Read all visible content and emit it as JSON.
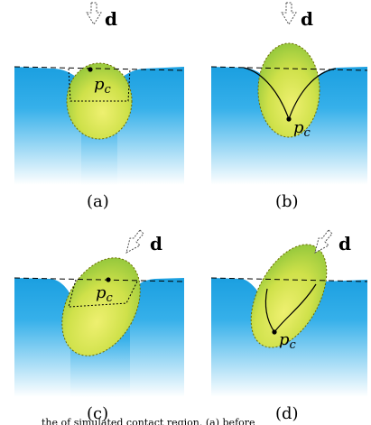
{
  "direction_label": "d",
  "contact_point_label": {
    "main": "p",
    "subscript": "c"
  },
  "panels": [
    {
      "id": "a",
      "caption": "(a)"
    },
    {
      "id": "b",
      "caption": "(b)"
    },
    {
      "id": "c",
      "caption": "(c)"
    },
    {
      "id": "d",
      "caption": "(d)"
    }
  ],
  "bottom_text": "the of simulated contact region. (a) before",
  "colors": {
    "terrain_top": "#1b9fe0",
    "terrain_bottom": "#ffffff",
    "body_center": "#d8e848",
    "body_edge": "#8cc43a",
    "outline": "#000000"
  }
}
